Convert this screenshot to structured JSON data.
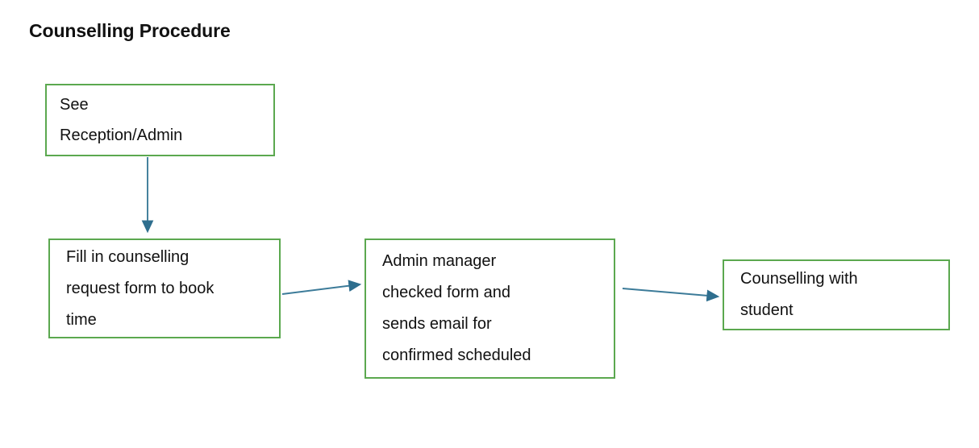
{
  "diagram": {
    "title": "Counselling Procedure",
    "type": "flowchart",
    "background_color": "#ffffff",
    "node_border_color": "#5BA84F",
    "node_fill_color": "#ffffff",
    "connector_color": "#2E6E8E",
    "text_color": "#111111",
    "nodes": [
      {
        "id": "see-reception",
        "label": "See\nReception/Admin",
        "shape": "rectangle"
      },
      {
        "id": "fill-form",
        "label": "Fill in counselling\nrequest form to book\ntime",
        "shape": "rectangle"
      },
      {
        "id": "admin-manager",
        "label": "Admin manager\nchecked form and\nsends email for\nconfirmed scheduled",
        "shape": "rectangle"
      },
      {
        "id": "counselling-student",
        "label": "Counselling with\nstudent",
        "shape": "rectangle"
      }
    ],
    "connectors": [
      {
        "id": "arrow-see-reception-to-fill-form",
        "from": "see-reception",
        "to": "fill-form",
        "direction": "down",
        "label": ""
      },
      {
        "id": "arrow-fill-form-to-admin-manager",
        "from": "fill-form",
        "to": "admin-manager",
        "direction": "right",
        "label": ""
      },
      {
        "id": "arrow-admin-manager-to-counselling-student",
        "from": "admin-manager",
        "to": "counselling-student",
        "direction": "right",
        "label": ""
      }
    ]
  }
}
